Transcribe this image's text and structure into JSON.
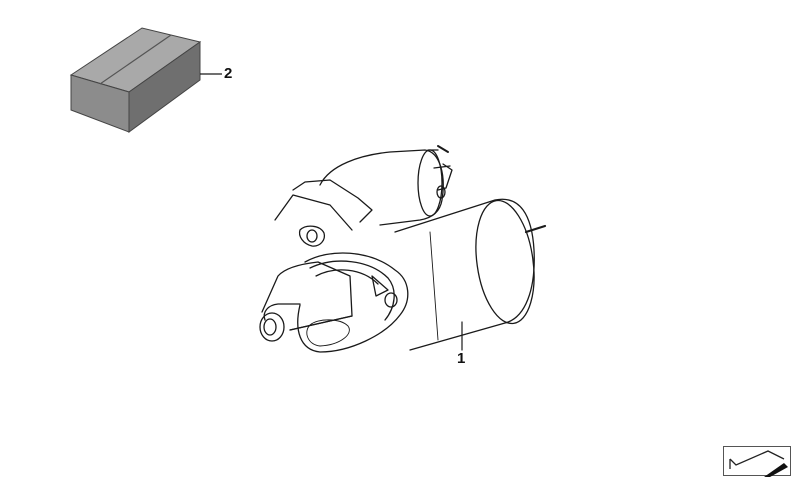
{
  "diagram": {
    "type": "exploded parts diagram",
    "subject": "starter motor",
    "callouts": [
      {
        "number": "1",
        "part": "starter-motor"
      },
      {
        "number": "2",
        "part": "small-parts-kit-box"
      }
    ],
    "colors": {
      "line": "#1a1a1a",
      "box_top": "#a9a9a9",
      "box_front": "#8c8c8c",
      "box_side": "#6f6f6f",
      "background": "#ffffff"
    }
  },
  "nav_badge": {
    "icon": "exploded-view-icon"
  }
}
